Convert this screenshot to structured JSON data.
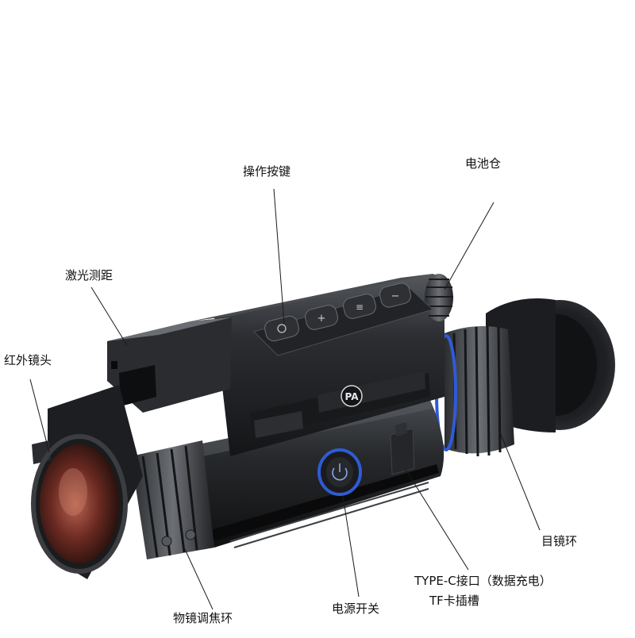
{
  "colors": {
    "background": "#ffffff",
    "body_dark": "#1e1f22",
    "body_mid": "#3a3c40",
    "accent_ring_blue": "#2f5bd6",
    "lens_red": "#6b2a22",
    "label_text": "#111111"
  },
  "product": {
    "logo_text": "PA"
  },
  "labels": {
    "buttons": "操作按键",
    "battery": "电池仓",
    "laser": "激光测距",
    "ir_lens": "红外镜头",
    "eyepiece_ring": "目镜环",
    "typec_line1": "TYPE-C接口（数据充电）",
    "typec_line2": "TF卡插槽",
    "power": "电源开关",
    "focus_ring": "物镜调焦环"
  },
  "button_icons": [
    "power-icon",
    "plus-icon",
    "menu-icon",
    "minus-icon"
  ]
}
